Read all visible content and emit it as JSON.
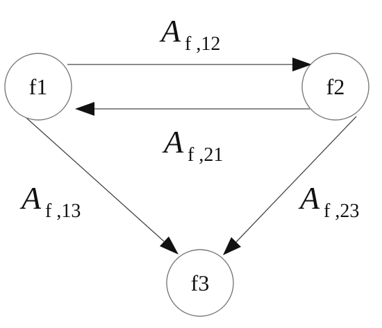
{
  "nodes": {
    "f1": {
      "label": "f1"
    },
    "f2": {
      "label": "f2"
    },
    "f3": {
      "label": "f3"
    }
  },
  "edges": {
    "e12": {
      "main": "A",
      "sub": "f ,12"
    },
    "e21": {
      "main": "A",
      "sub": "f ,21"
    },
    "e13": {
      "main": "A",
      "sub": "f ,13"
    },
    "e23": {
      "main": "A",
      "sub": "f ,23"
    }
  },
  "colors": {
    "stroke": "#444444",
    "node_border": "#7a7a7a",
    "text": "#111111"
  }
}
